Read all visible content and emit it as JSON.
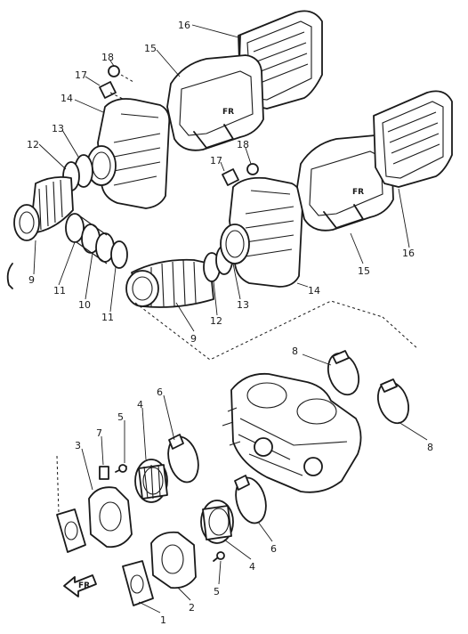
{
  "colors": {
    "ink": "#1a1a1a",
    "paper": "#ffffff"
  },
  "callouts": [
    {
      "id": "c16a",
      "text": "16"
    },
    {
      "id": "c15a",
      "text": "15"
    },
    {
      "id": "c18a",
      "text": "18"
    },
    {
      "id": "c17a",
      "text": "17"
    },
    {
      "id": "c14a",
      "text": "14"
    },
    {
      "id": "c13a",
      "text": "13"
    },
    {
      "id": "c12a",
      "text": "12"
    },
    {
      "id": "c9a",
      "text": "9"
    },
    {
      "id": "c11a",
      "text": "11"
    },
    {
      "id": "c10a",
      "text": "10"
    },
    {
      "id": "c11b",
      "text": "11"
    },
    {
      "id": "c9b",
      "text": "9"
    },
    {
      "id": "c12b",
      "text": "12"
    },
    {
      "id": "c13b",
      "text": "13"
    },
    {
      "id": "c14b",
      "text": "14"
    },
    {
      "id": "c15b",
      "text": "15"
    },
    {
      "id": "c16b",
      "text": "16"
    },
    {
      "id": "c18b",
      "text": "18"
    },
    {
      "id": "c17b",
      "text": "17"
    },
    {
      "id": "c8a",
      "text": "8"
    },
    {
      "id": "c8b",
      "text": "8"
    },
    {
      "id": "c6a",
      "text": "6"
    },
    {
      "id": "c5a",
      "text": "5"
    },
    {
      "id": "c4a",
      "text": "4"
    },
    {
      "id": "c7",
      "text": "7"
    },
    {
      "id": "c3",
      "text": "3"
    },
    {
      "id": "c6b",
      "text": "6"
    },
    {
      "id": "c4b",
      "text": "4"
    },
    {
      "id": "c5b",
      "text": "5"
    },
    {
      "id": "c2",
      "text": "2"
    },
    {
      "id": "c1",
      "text": "1"
    }
  ],
  "front_marker": {
    "text": "FR",
    "icon": "front-arrow-icon"
  }
}
